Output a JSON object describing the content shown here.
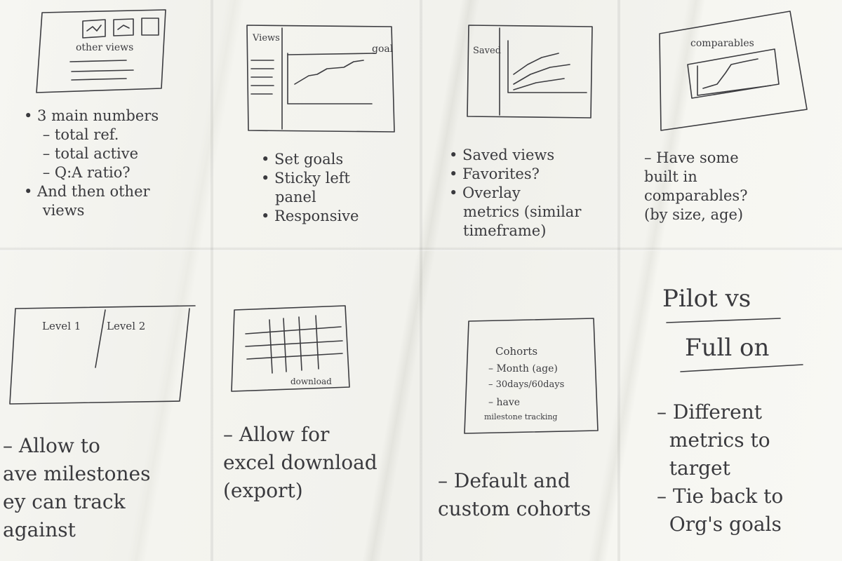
{
  "panels": {
    "p1": {
      "sketch_label": "other views",
      "notes": "• 3 main numbers\n    – total ref.\n    – total active\n    – Q:A ratio?\n• And then other\n    views"
    },
    "p2": {
      "sketch_labels": {
        "side": "Views",
        "goal": "goal"
      },
      "notes": "• Set goals\n• Sticky left\n   panel\n• Responsive"
    },
    "p3": {
      "sketch_label": "Saved",
      "notes": "• Saved views\n• Favorites?\n• Overlay\n   metrics (similar\n   timeframe)"
    },
    "p4": {
      "sketch_label": "comparables",
      "notes": "– Have some\nbuilt in\ncomparables?\n(by size, age)"
    },
    "p5": {
      "sketch_labels": {
        "col1": "Level 1",
        "col2": "Level 2"
      },
      "notes": "– Allow to\nave milestones\ney can track\nagainst"
    },
    "p6": {
      "sketch_label": "download",
      "notes": "– Allow for\nexcel download\n(export)"
    },
    "p7": {
      "sketch_lines": [
        "Cohorts",
        "– Month (age)",
        "– 30days/60days",
        "– have",
        "milestone tracking"
      ],
      "notes": "– Default and\ncustom cohorts"
    },
    "p8": {
      "heading1": "Pilot vs",
      "heading2": "Full on",
      "notes": "– Different\n  metrics to\n  target\n– Tie back to\n  Org's goals"
    }
  }
}
